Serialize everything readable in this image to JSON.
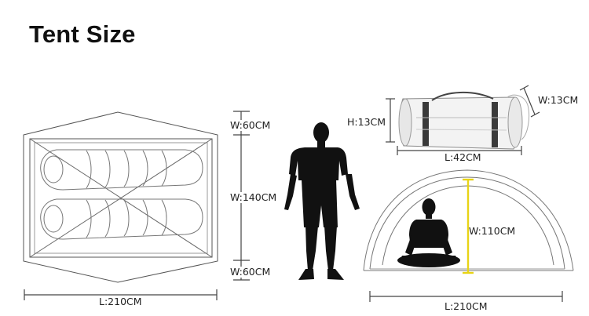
{
  "title": "Tent Size",
  "floor_plan": {
    "width_top": "W:60CM",
    "width_middle": "W:140CM",
    "width_bottom": "W:60CM",
    "length": "L:210CM"
  },
  "packed_bag": {
    "height": "H:13CM",
    "width": "W:13CM",
    "length": "L:42CM"
  },
  "front_view": {
    "height": "W:110CM",
    "length": "L:210CM"
  }
}
